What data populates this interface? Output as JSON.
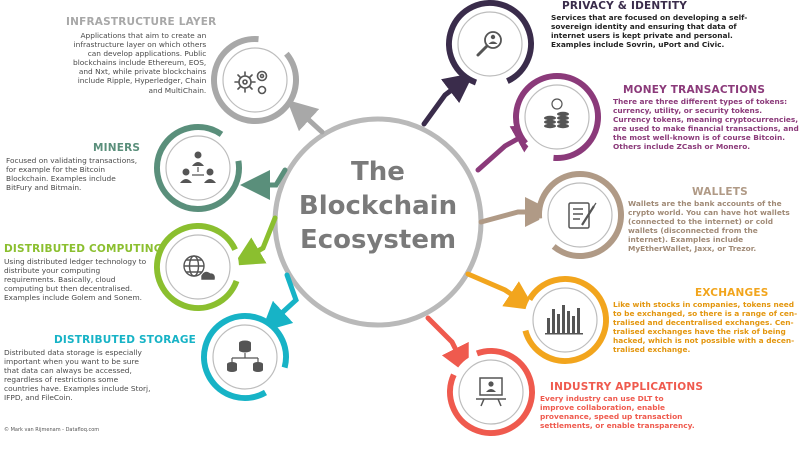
{
  "center": {
    "line1": "The",
    "line2": "Blockchain",
    "line3": "Ecosystem"
  },
  "colors": {
    "infrastructure": "#a8a8a8",
    "miners": "#5a8f7b",
    "computing": "#8bbf2f",
    "storage": "#17b3c6",
    "privacy": "#3a2c4b",
    "money": "#8b3a7a",
    "wallets": "#b09a86",
    "exchanges": "#f2a51d",
    "industry": "#ef5a4e",
    "center_ring": "#b9b9b9"
  },
  "sections": {
    "infrastructure": {
      "title": "INFRASTRUCTURE LAYER",
      "icon": "gears-icon",
      "lines": [
        "Applications that aim to create an",
        "infrastructure layer on which others",
        "can develop applications. Public",
        "blockchains include Ethereum, EOS,",
        "and Nxt, while private blockchains",
        "include Ripple, Hyperledger, Chain",
        "and MultiChain."
      ]
    },
    "miners": {
      "title": "MINERS",
      "icon": "people-network-icon",
      "lines": [
        "Focused on validating transactions,",
        "for example for the Bitcoin",
        "Blockchain. Examples include",
        "BitFury and Bitmain."
      ]
    },
    "computing": {
      "title": "DISTRIBUTED COMPUTING",
      "icon": "globe-cloud-icon",
      "lines": [
        "Using distributed ledger technology to",
        "distribute your computing",
        "requirements. Basically, cloud",
        "computing but then decentralised.",
        "Examples include Golem and Sonem."
      ]
    },
    "storage": {
      "title": "DISTRIBUTED STORAGE",
      "icon": "database-network-icon",
      "lines": [
        "Distributed data storage is especially",
        "important when you want to be sure",
        "that data can always be accessed,",
        "regardless of restrictions some",
        "countries have. Examples include Storj,",
        "IFPD, and FileCoin."
      ]
    },
    "privacy": {
      "title": "PRIVACY & IDENTITY",
      "icon": "identity-search-icon",
      "lines": [
        "Services that are focused on developing a self-",
        "sovereign identity and ensuring that data of",
        "internet users is kept private and personal.",
        "Examples include Sovrin, uPort and Civic."
      ]
    },
    "money": {
      "title": "MONEY TRANSACTIONS",
      "icon": "coins-icon",
      "lines": [
        "There are three different types of tokens:",
        "currency, utility, or security tokens.",
        "Currency tokens, meaning cryptocurrencies,",
        "are used to make financial transactions, and",
        "the most well-known is of course Bitcoin.",
        "Others include ZCash or Monero."
      ]
    },
    "wallets": {
      "title": "WALLETS",
      "icon": "wallet-document-icon",
      "lines": [
        "Wallets are the bank accounts of the",
        "crypto world. You can have hot wallets",
        "(connected to the internet) or cold",
        "wallets (disconnected from the",
        "internet). Examples include",
        "MyEtherWallet, Jaxx, or Trezor."
      ]
    },
    "exchanges": {
      "title": "EXCHANGES",
      "icon": "bar-chart-icon",
      "lines": [
        "Like with stocks in companies, tokens need",
        "to be exchanged, so there is a range of cen-",
        "tralised and decentralised exchanges. Cen-",
        "tralised exchanges have the risk of being",
        "hacked, which is not possible with a decen-",
        "tralised exchange."
      ]
    },
    "industry": {
      "title": "INDUSTRY APPLICATIONS",
      "icon": "presentation-icon",
      "lines": [
        "Every industry can use DLT to",
        "improve collaboration, enable",
        "provenance, speed up transaction",
        "settlements, or enable transparency."
      ]
    }
  },
  "credit": "© Mark van Rijmenam - Datafloq.com"
}
